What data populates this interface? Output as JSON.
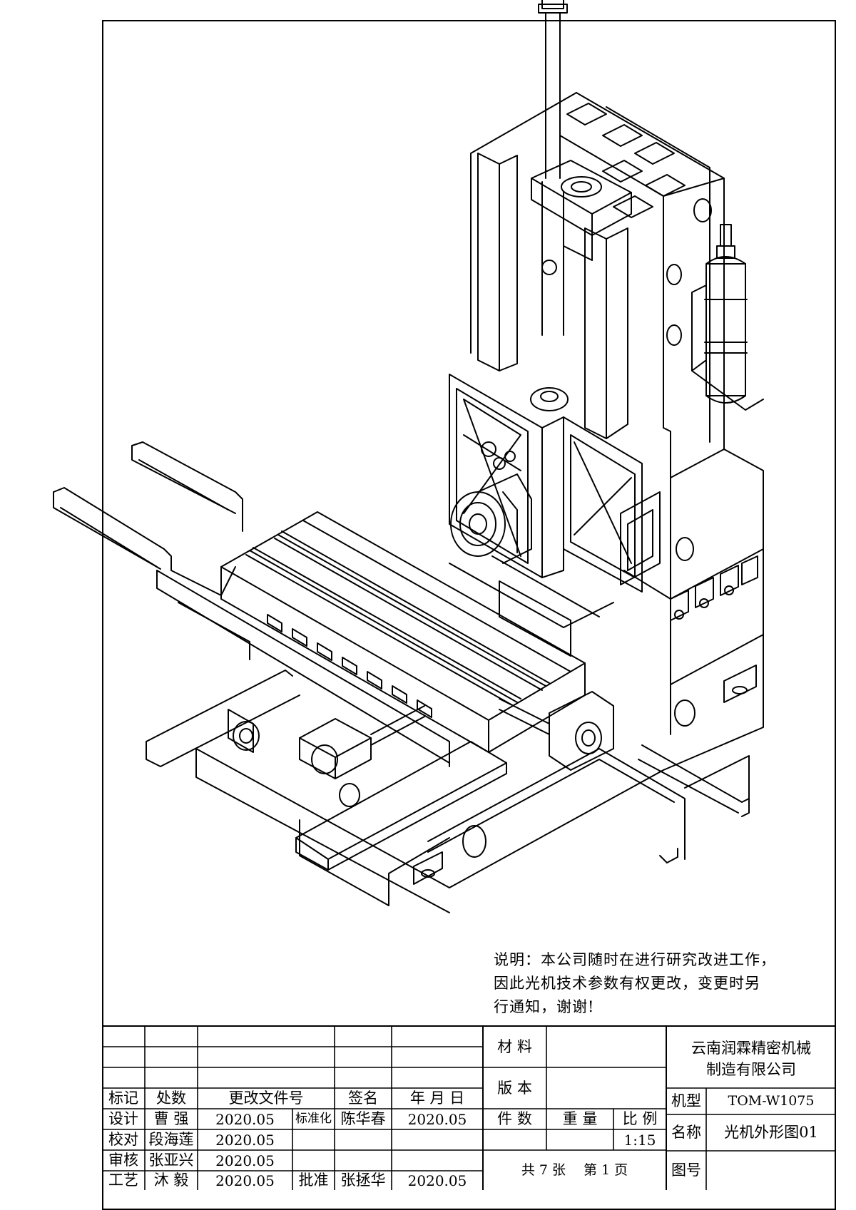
{
  "note": {
    "lines": [
      "说明：本公司随时在进行研究改进工作，",
      "因此光机技术参数有权更改，变更时另",
      "行通知，谢谢!"
    ]
  },
  "revision_block": {
    "headers": {
      "mark": "标记",
      "count": "处数",
      "change_doc": "更改文件号",
      "signature": "签名",
      "date": "年 月 日"
    },
    "rows": {
      "design": {
        "role": "设计",
        "name": "曹 强",
        "date": "2020.05",
        "role2": "标准化",
        "name2": "陈华春",
        "date2": "2020.05"
      },
      "check": {
        "role": "校对",
        "name": "段海莲",
        "date": "2020.05"
      },
      "review": {
        "role": "审核",
        "name": "张亚兴",
        "date": "2020.05"
      },
      "process": {
        "role": "工艺",
        "name": "沐  毅",
        "date": "2020.05",
        "role2": "批准",
        "name2": "张拯华",
        "date2": "2020.05"
      }
    }
  },
  "info_block": {
    "material_label": "材 料",
    "version_label": "版 本",
    "pieces_label": "件 数",
    "weight_label": "重 量",
    "scale_label": "比 例",
    "scale_value": "1:15",
    "sheet_info": "共 7 张　 第 1 页"
  },
  "company_block": {
    "company_line1": "云南润霖精密机械",
    "company_line2": "制造有限公司",
    "model_label": "机型",
    "model_value": "TOM-W1075",
    "name_label": "名称",
    "name_value": "光机外形图01",
    "drawing_no_label": "图号",
    "drawing_no_value": ""
  },
  "drawing": {
    "subject": "machine-tool-isometric",
    "line_color": "#000000"
  }
}
